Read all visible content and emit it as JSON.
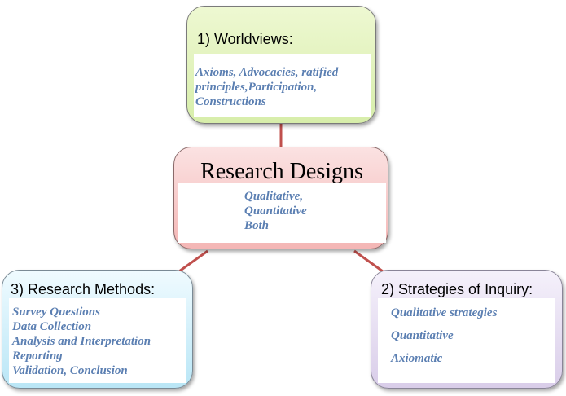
{
  "diagram": {
    "center": {
      "title": "Research Designs",
      "items": [
        "Qualitative,",
        "Quantitative",
        "Both"
      ]
    },
    "worldviews": {
      "title": "1) Worldviews:",
      "items": [
        "Axioms, Advocacies, ratified",
        "principles,Participation,",
        "Constructions"
      ]
    },
    "strategies": {
      "title": "2) Strategies of Inquiry:",
      "items": [
        "Qualitative strategies",
        "Quantitative",
        "Axiomatic"
      ]
    },
    "methods": {
      "title": "3) Research Methods:",
      "items": [
        "Survey Questions",
        "Data Collection",
        "Analysis and Interpretation",
        "Reporting",
        "Validation, Conclusion"
      ]
    },
    "colors": {
      "connector": "#c0504d",
      "item_text": "#5b7fb2",
      "worldviews_fill": "#d7eeaa",
      "center_fill": "#f4b6b5",
      "methods_fill": "#b9e6f6",
      "strategies_fill": "#d9cde9"
    }
  }
}
